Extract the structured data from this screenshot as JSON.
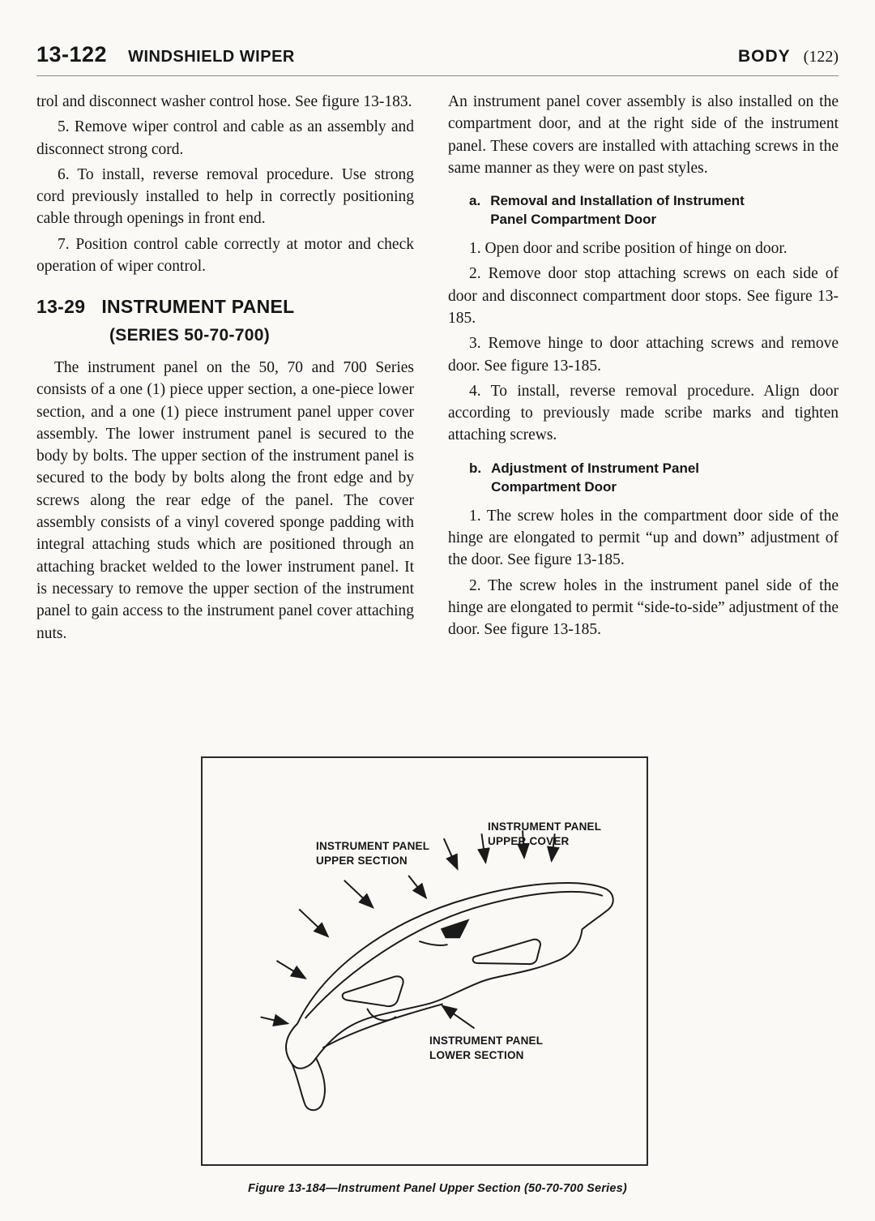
{
  "header": {
    "section_number": "13-122",
    "section_title": "WINDSHIELD WIPER",
    "book_title": "BODY",
    "page_number": "(122)"
  },
  "left": {
    "p1": "trol and disconnect washer control hose. See figure 13-183.",
    "p2": "5. Remove wiper control and cable as an assembly and disconnect strong cord.",
    "p3": "6. To install, reverse removal procedure. Use strong cord previously installed to help in correctly positioning cable through openings in front end.",
    "p4": "7. Position control cable correctly at motor and check operation of wiper control.",
    "heading_number": "13-29",
    "heading_title": "INSTRUMENT PANEL",
    "heading_subtitle": "(SERIES 50-70-700)",
    "p5": "The instrument panel on the 50, 70 and 700 Series consists of a one (1) piece upper section, a one-piece lower section, and a one (1) piece instrument panel upper cover assembly. The lower instrument panel is secured to the body by bolts. The upper section of the instrument panel is secured to the body by bolts along the front edge and by screws along the rear edge of the panel. The cover assembly consists of a vinyl covered sponge padding with integral attaching studs which are positioned through an attaching bracket welded to the lower instrument panel. It is necessary to remove the upper section of the instrument panel to gain access to the instrument panel cover attaching nuts."
  },
  "right": {
    "p1": "An instrument panel cover assembly is also installed on the compartment door, and at the right side of the instrument panel. These covers are installed with attaching screws in the same manner as they were on past styles.",
    "sub_a_label": "a.",
    "sub_a_title": "Removal and Installation of Instrument Panel Compartment Door",
    "a1": "1. Open door and scribe position of hinge on door.",
    "a2": "2. Remove door stop attaching screws on each side of door and disconnect compartment door stops. See figure 13-185.",
    "a3": "3. Remove hinge to door attaching screws and remove door. See figure 13-185.",
    "a4": "4. To install, reverse removal procedure. Align door according to previously made scribe marks and tighten attaching screws.",
    "sub_b_label": "b.",
    "sub_b_title": "Adjustment of Instrument Panel Compartment Door",
    "b1": "1. The screw holes in the compartment door side of the hinge are elongated to permit “up and down” adjustment of the door. See figure 13-185.",
    "b2": "2. The screw holes in the instrument panel side of the hinge are elongated to permit “side-to-side” adjustment of the door. See figure 13-185."
  },
  "figure": {
    "label_upper_cover": "INSTRUMENT PANEL\nUPPER COVER",
    "label_upper_section": "INSTRUMENT PANEL\nUPPER SECTION",
    "label_lower_section": "INSTRUMENT PANEL\nLOWER SECTION"
  },
  "caption": "Figure 13-184—Instrument Panel Upper Section (50-70-700 Series)"
}
